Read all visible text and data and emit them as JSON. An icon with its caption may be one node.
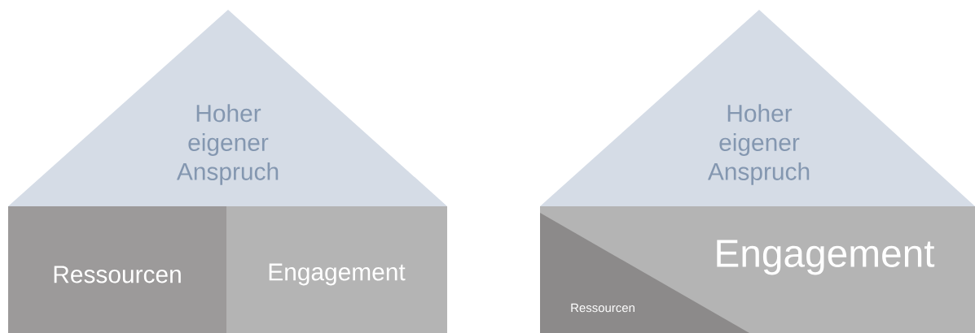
{
  "diagram": {
    "nodes": [
      {
        "text": [
          "Hoher eigener Anspruch"
        ]
      },
      {
        "text": [
          "Ressourcen"
        ]
      },
      {
        "text": [
          "Engagement"
        ]
      },
      {
        "text": [
          "Hoher eigener Anspruch"
        ]
      },
      {
        "text": [
          "Engagement"
        ]
      },
      {
        "text": [
          "Ressourcen"
        ],
        "in": 4
      }
    ]
  }
}
